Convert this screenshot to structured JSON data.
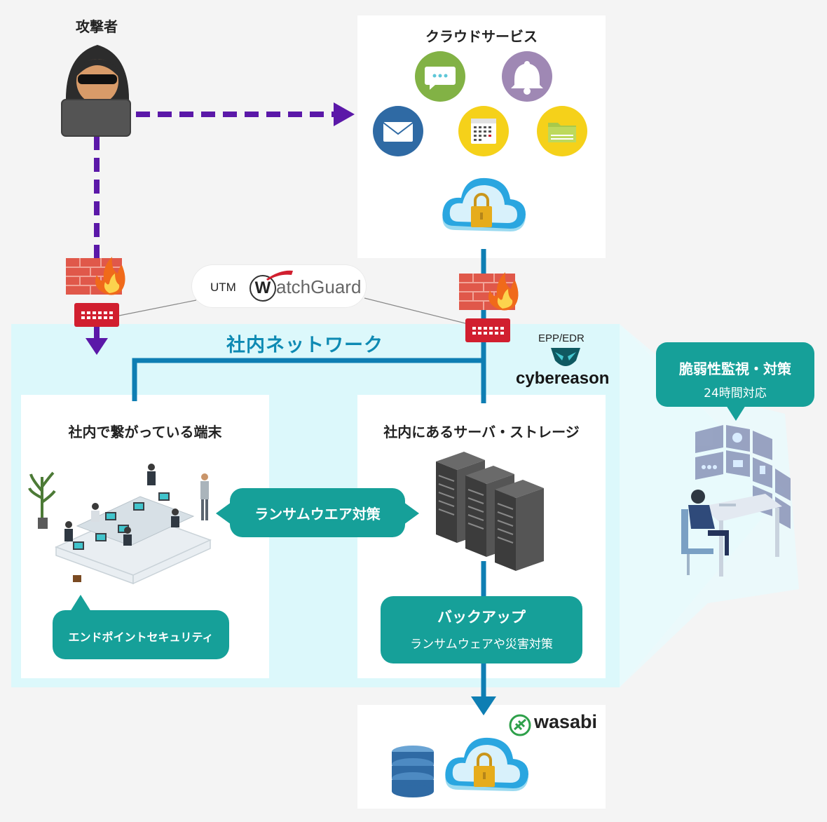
{
  "attacker": {
    "label": "攻撃者"
  },
  "cloud": {
    "title": "クラウドサービス"
  },
  "utm": {
    "label": "UTM",
    "brand_initial": "W",
    "brand_rest": "atchGuard"
  },
  "network": {
    "title": "社内ネットワーク"
  },
  "edr": {
    "label": "EPP/EDR",
    "brand": "cybereason"
  },
  "endpoints": {
    "title": "社内で繋がっている端末",
    "bubble": "エンドポイントセキュリティ"
  },
  "servers": {
    "title": "社内にあるサーバ・ストレージ"
  },
  "ransomware": {
    "label": "ランサムウエア対策"
  },
  "backup": {
    "title": "バックアップ",
    "subtitle": "ランサムウェアや災害対策"
  },
  "monitoring": {
    "title": "脆弱性監視・対策",
    "subtitle": "24時間対応"
  },
  "wasabi": {
    "brand": "wasabi"
  },
  "colors": {
    "teal": "#16a099",
    "network_bg": "#dcf8fb",
    "network_line": "#0e7eb3",
    "attack_arrow": "#5b18a8",
    "brick": "#e0584a",
    "flame": "#f06a1a"
  }
}
